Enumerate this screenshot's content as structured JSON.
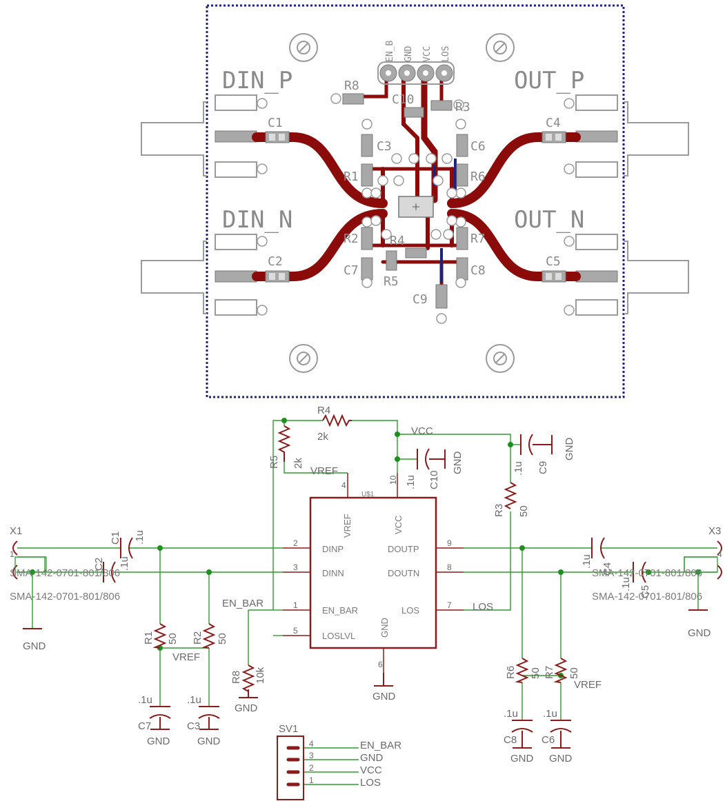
{
  "pcb": {
    "labels": {
      "din_p": "DIN_P",
      "din_n": "DIN_N",
      "out_p": "OUT_P",
      "out_n": "OUT_N"
    },
    "header_pins": [
      "EN_B",
      "GND",
      "VCC",
      "LOS"
    ],
    "parts": [
      "R8",
      "C10",
      "R3",
      "C1",
      "C3",
      "C6",
      "C4",
      "R1",
      "R6",
      "R2",
      "R7",
      "R4",
      "C2",
      "C7",
      "R5",
      "C8",
      "C5",
      "C9"
    ],
    "mount_hole_icon": "circle-slash-icon",
    "colors": {
      "trace": "#8b0a0a",
      "via_blue": "#1a237e",
      "board_outline": "#1a237e"
    }
  },
  "schematic": {
    "ic": {
      "name": "U$1",
      "pins": {
        "vref": "VREF",
        "vcc": "VCC",
        "dinp": "DINP",
        "dinn": "DINN",
        "doutp": "DOUTP",
        "doutn": "DOUTN",
        "en_bar": "EN_BAR",
        "los": "LOS",
        "loslvl": "LOSLVL",
        "gnd": "GND"
      },
      "pin_numbers": {
        "vref": "4",
        "vcc": "10",
        "dinp": "2",
        "dinn": "3",
        "en_bar": "1",
        "loslvl": "5",
        "doutp": "9",
        "doutn": "8",
        "los": "7",
        "gnd": "6"
      }
    },
    "components": {
      "r4": {
        "name": "R4",
        "value": "2k"
      },
      "r5": {
        "name": "R5",
        "value": "2k"
      },
      "c10": {
        "name": "C10",
        "value": ".1u"
      },
      "c9": {
        "name": "C9",
        "value": ".1u"
      },
      "r3": {
        "name": "R3",
        "value": "50"
      },
      "c1": {
        "name": "C1",
        "value": ".1u"
      },
      "c2": {
        "name": "C2",
        "value": ".1u"
      },
      "r1": {
        "name": "R1",
        "value": "50"
      },
      "r2": {
        "name": "R2",
        "value": "50"
      },
      "c7": {
        "name": "C7",
        "value": ".1u"
      },
      "c3": {
        "name": "C3",
        "value": ".1u"
      },
      "r8": {
        "name": "R8",
        "value": "10k"
      },
      "c4": {
        "name": "C4",
        "value": ".1u"
      },
      "c5": {
        "name": "C5",
        "value": ".1u"
      },
      "r6": {
        "name": "R6",
        "value": "50"
      },
      "r7": {
        "name": "R7",
        "value": "50"
      },
      "c8": {
        "name": "C8",
        "value": ".1u"
      },
      "c6": {
        "name": "C6",
        "value": ".1u"
      }
    },
    "connectors": {
      "x1": {
        "name": "X1",
        "part": "SMA-142-0701-801/806",
        "pin": "1"
      },
      "x3": {
        "name": "X3",
        "part": "SMA-142-0701-801/806",
        "pin": "4"
      },
      "sv1": {
        "name": "SV1",
        "pins": [
          "4",
          "3",
          "2",
          "1"
        ],
        "nets": [
          "EN_BAR",
          "GND",
          "VCC",
          "LOS"
        ]
      }
    },
    "nets": {
      "vcc": "VCC",
      "gnd": "GND",
      "vref": "VREF",
      "en_bar": "EN_BAR",
      "los": "LOS"
    },
    "colors": {
      "wire": "#2f9a2f",
      "symbol": "#8b1a1a",
      "junction": "#1f8f1f"
    }
  }
}
